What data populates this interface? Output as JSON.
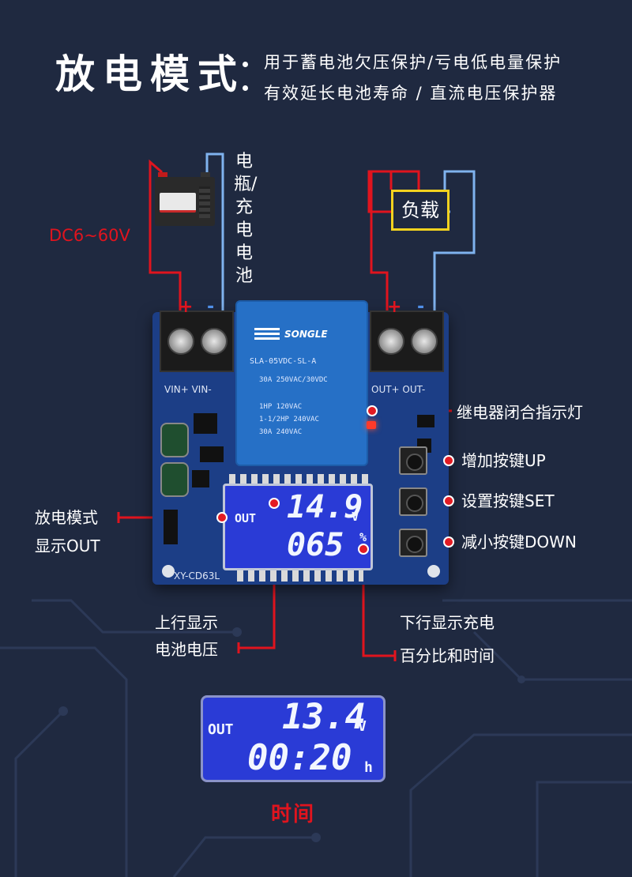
{
  "header": {
    "title": "放电模式",
    "subtitle_line1": "用于蓄电池欠压保护/亏电低电量保护",
    "subtitle_line2": "有效延长电池寿命 / 直流电压保护器"
  },
  "wiring": {
    "voltage_range": "DC6~60V",
    "battery_label": "电瓶/充电电池",
    "load_label": "负载",
    "plus": "+",
    "minus": "-"
  },
  "board": {
    "vin_label": "VIN+ VIN-",
    "out_label": "OUT+ OUT-",
    "model": "XY-CD63L",
    "relay_brand": "SONGLE",
    "relay_lines": [
      "SLA-05VDC-SL-A",
      "30A 250VAC/30VDC",
      "1HP 120VAC",
      "1-1/2HP 240VAC",
      "30A 240VAC"
    ],
    "display": {
      "mode": "OUT",
      "top_value": "14.9",
      "top_unit": "V",
      "bottom_value": "065",
      "bottom_unit": "%"
    }
  },
  "annotations": {
    "relay_indicator": "继电器闭合指示灯",
    "up_button": "增加按键UP",
    "set_button": "设置按键SET",
    "down_button": "减小按键DOWN",
    "mode_line1": "放电模式",
    "mode_line2": "显示OUT",
    "top_row_line1": "上行显示",
    "top_row_line2": "电池电压",
    "bottom_row_line1": "下行显示充电",
    "bottom_row_line2": "百分比和时间"
  },
  "time_display": {
    "mode": "OUT",
    "top_value": "13.4",
    "top_unit": "V",
    "bottom_value": "00:20",
    "bottom_unit": "h",
    "caption": "时间"
  },
  "colors": {
    "background": "#1f2940",
    "wire_positive": "#e0141e",
    "wire_negative": "#7fb2ee",
    "lcd": "#2a3bd6",
    "load_border": "#f3d21f"
  }
}
